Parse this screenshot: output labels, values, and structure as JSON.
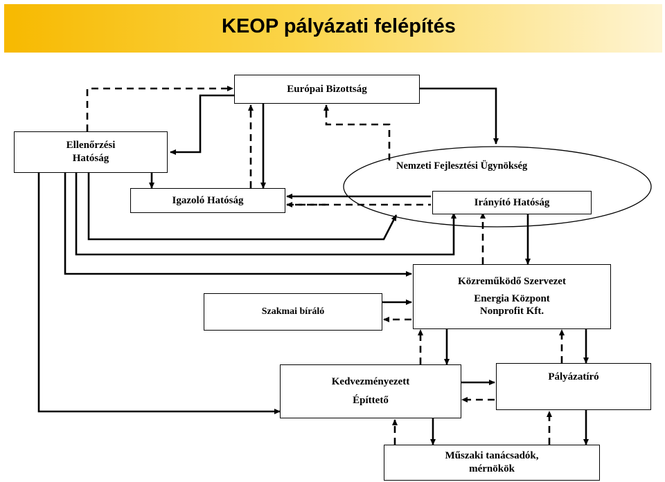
{
  "header": {
    "title": "KEOP pályázati felépítés"
  },
  "nodes": {
    "europai_bizottsag": {
      "lines": [
        "Európai Bizottság"
      ]
    },
    "ellenorzesi_hatosag": {
      "lines": [
        "Ellenőrzési",
        "Hatóság"
      ]
    },
    "nemzeti_fejlesztesi": {
      "label": "Nemzeti Fejlesztési Ügynökség"
    },
    "igazolo_hatosag": {
      "lines": [
        "Igazoló Hatóság"
      ]
    },
    "iranyito_hatosag": {
      "lines": [
        "Irányító Hatóság"
      ]
    },
    "kozremukodo": {
      "lines": [
        "Közreműködő Szervezet",
        "Energia Központ",
        "Nonprofit Kft."
      ]
    },
    "szakmai_biralo": {
      "lines": [
        "Szakmai bíráló"
      ]
    },
    "kedvezmenyezett": {
      "lines": [
        "Kedvezményezett",
        "Építtető"
      ]
    },
    "palyazatiro": {
      "lines": [
        "Pályázatíró"
      ]
    },
    "muszaki": {
      "lines": [
        "Műszaki tanácsadók,",
        "mérnökök"
      ]
    }
  }
}
